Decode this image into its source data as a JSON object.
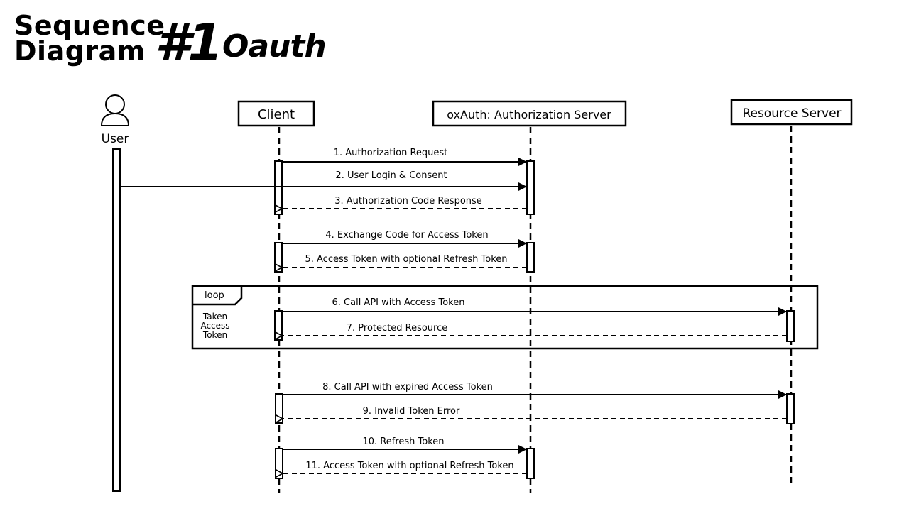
{
  "title": {
    "line1": "Sequence",
    "line2": "Diagram",
    "number": "#1",
    "subtitle": "Oauth"
  },
  "actor": {
    "label": "User"
  },
  "participants": [
    {
      "label": "Client"
    },
    {
      "label": "oxAuth: Authorization Server"
    },
    {
      "label": "Resource Server"
    }
  ],
  "messages": [
    {
      "label": "1. Authorization Request",
      "style": "solid"
    },
    {
      "label": "2. User Login & Consent",
      "style": "solid"
    },
    {
      "label": "3. Authorization Code Response",
      "style": "dashed"
    },
    {
      "label": "4. Exchange Code for Access Token",
      "style": "solid"
    },
    {
      "label": "5. Access Token with optional Refresh Token",
      "style": "dashed"
    },
    {
      "label": "6. Call API with Access Token",
      "style": "solid"
    },
    {
      "label": "7. Protected Resource",
      "style": "dashed"
    },
    {
      "label": "8. Call API with expired Access Token",
      "style": "solid"
    },
    {
      "label": "9. Invalid Token Error",
      "style": "dashed"
    },
    {
      "label": "10. Refresh Token",
      "style": "solid"
    },
    {
      "label": "11. Access Token with optional Refresh Token",
      "style": "dashed"
    }
  ],
  "loop": {
    "label": "loop",
    "condition_lines": [
      "Taken",
      "Access",
      "Token"
    ]
  },
  "colors": {
    "line": "#000000",
    "background": "#ffffff"
  }
}
